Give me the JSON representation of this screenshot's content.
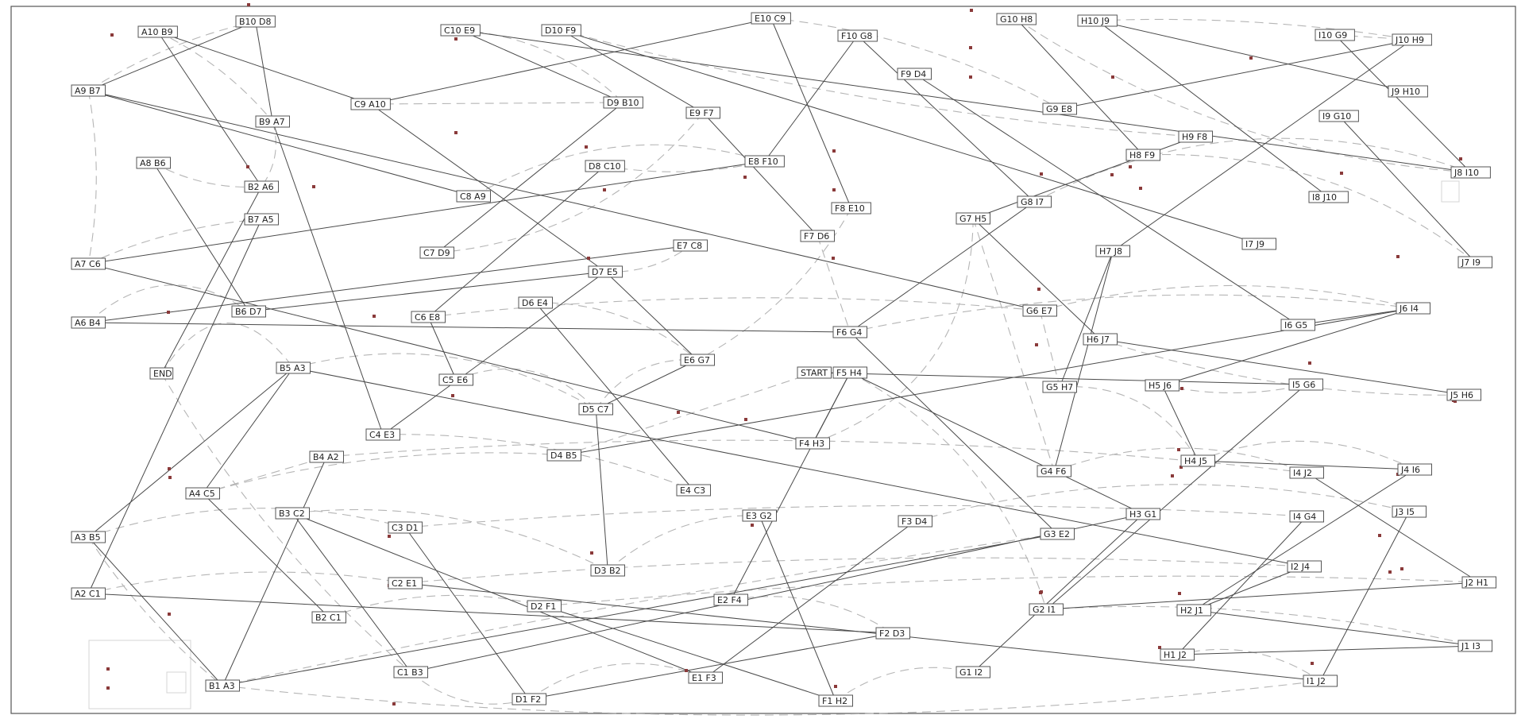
{
  "diagram": {
    "labels": [
      "B10 D8",
      "A10 B9",
      "C10 E9",
      "D10 F9",
      "E10 C9",
      "F10 G8",
      "G10 H8",
      "H10 J9",
      "I10 G9",
      "J10 H9",
      "A9 B7",
      "B9 A7",
      "C9 A10",
      "D9 B10",
      "E9 F7",
      "F9 D4",
      "G9 E8",
      "H9 F8",
      "I9 G10",
      "J9 H10",
      "A8 B6",
      "B2 A6",
      "C8 A9",
      "D8 C10",
      "E8 F10",
      "F8 E10",
      "G8 I7",
      "H8 F9",
      "I8 J10",
      "J8 I10",
      "A7 C6",
      "B7 A5",
      "C7 D9",
      "D7 E5",
      "E7 C8",
      "F7 D6",
      "G7 H5",
      "H7 J8",
      "I7 J9",
      "J7 I9",
      "A6 B4",
      "B6 D7",
      "C6 E8",
      "D6 E4",
      "E6 G7",
      "F6 G4",
      "G6 E7",
      "H6 J7",
      "I6 G5",
      "J6 I4",
      "END",
      "B5 A3",
      "C5 E6",
      "D5 C7",
      "START",
      "F5 H4",
      "G5 H7",
      "H5 J6",
      "I5 G6",
      "J5 H6",
      "A4 C5",
      "B4 A2",
      "C4 E3",
      "D4 B5",
      "E4 C3",
      "F4 H3",
      "G4 F6",
      "H4 J5",
      "I4 J2",
      "J4 I6",
      "A3 B5",
      "B3 C2",
      "C3 D1",
      "D3 B2",
      "E3 G2",
      "F3 D4",
      "G3 E2",
      "H3 G1",
      "I4 G4",
      "J3 I5",
      "A2 C1",
      "B2 C1",
      "C2 E1",
      "D2 F1",
      "E2 F4",
      "F2 D3",
      "G2 I1",
      "H2 J1",
      "I2 J4",
      "J2 H1",
      "B1 A3",
      "C1 B3",
      "D1 F2",
      "E1 F3",
      "F1 H2",
      "G1 I2",
      "H1 J2",
      "I1 J2",
      "J1 I3"
    ]
  }
}
